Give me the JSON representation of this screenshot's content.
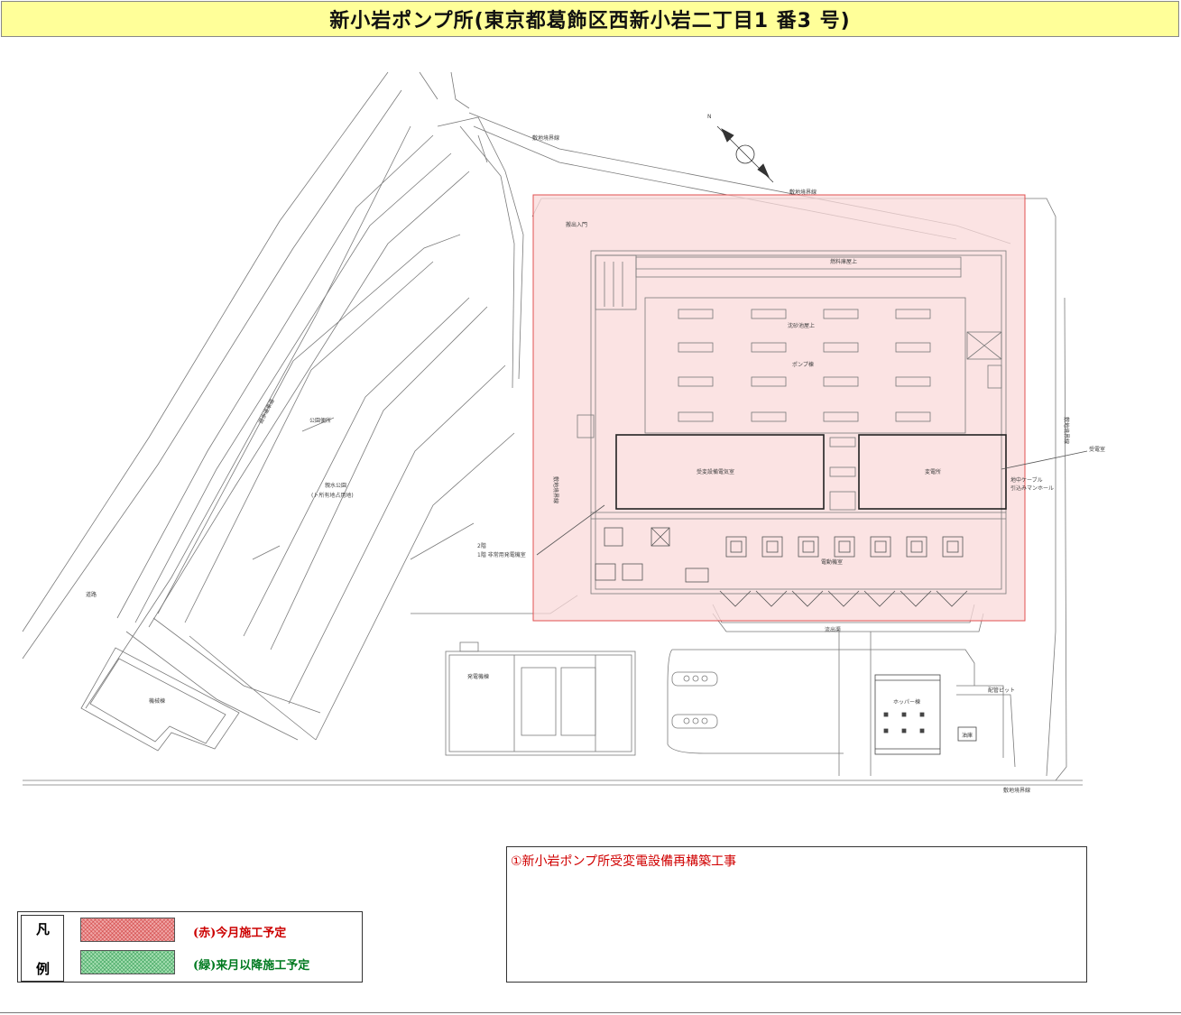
{
  "title": "新小岩ポンプ所(東京都葛飾区西新小岩二丁目1 番3 号)",
  "colors": {
    "title_bg": "#ffff99",
    "highlight_fill": "#f9dada",
    "highlight_stroke": "#e05050",
    "legend_red": "#cc0000",
    "legend_green": "#007a20",
    "note_red": "#d00000"
  },
  "map": {
    "north_label": "N",
    "labels": {
      "park_upper": "公園便所",
      "park_main": "親水公園",
      "park_sub": "(ト所有地占用地)",
      "river_path": "遊歩道車道",
      "road": "道路",
      "east_road": "敷地境界線",
      "north_road": "敷地境界線",
      "site_gate": "搬出入門",
      "machine_room": "ポンプ棟",
      "sand_pit": "沈砂池屋上",
      "upper_equip": "燃料庫屋上",
      "elec_room": "受変設備電気室",
      "substation": "変電所",
      "transformer_note": "受電室",
      "cable_note": "地中ケーブル",
      "cable_note2": "引込みマンホール",
      "floor2": "2階",
      "floor1_elec": "1階 非常用発電機室",
      "motor_room": "電動機室",
      "outflow": "流出渠",
      "pit_label": "配管ピット",
      "left_building": "発電機棟",
      "hopper": "ホッパー棟",
      "small_box": "油庫",
      "south_road": "敷地境界線",
      "lower_left_box": "機械棟",
      "vertical_right": "敷地境界線",
      "west_site": "敷地境界線"
    }
  },
  "note_box": {
    "item": "①新小岩ポンプ所受変電設備再構築工事"
  },
  "legend": {
    "heading_top": "凡",
    "heading_bottom": "例",
    "red_label": "(赤)今月施工予定",
    "green_label": "(緑)来月以降施工予定"
  }
}
